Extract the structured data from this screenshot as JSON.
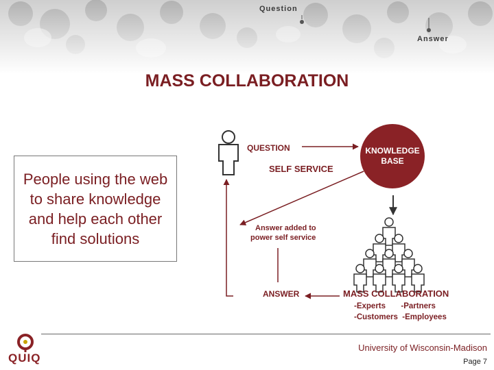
{
  "banner": {
    "question_label": "Question",
    "answer_label": "Answer"
  },
  "title": "MASS COLLABORATION",
  "description": "People using the web to share knowledge and help each other find solutions",
  "diagram": {
    "question": "QUESTION",
    "self_service": "SELF SERVICE",
    "knowledge_base": "KNOWLEDGE BASE",
    "answer_added_line1": "Answer added to",
    "answer_added_line2": "power self service",
    "answer": "ANSWER",
    "mass_collab": "MASS COLLABORATION",
    "sub_line1": "-Experts       -Partners",
    "sub_line2": "-Customers  -Employees"
  },
  "footer": {
    "university": "University of Wisconsin-Madison",
    "page": "Page 7",
    "logo": "QUIQ"
  },
  "colors": {
    "accent": "#7a1e22",
    "knowledge_base": "#8a2226"
  }
}
